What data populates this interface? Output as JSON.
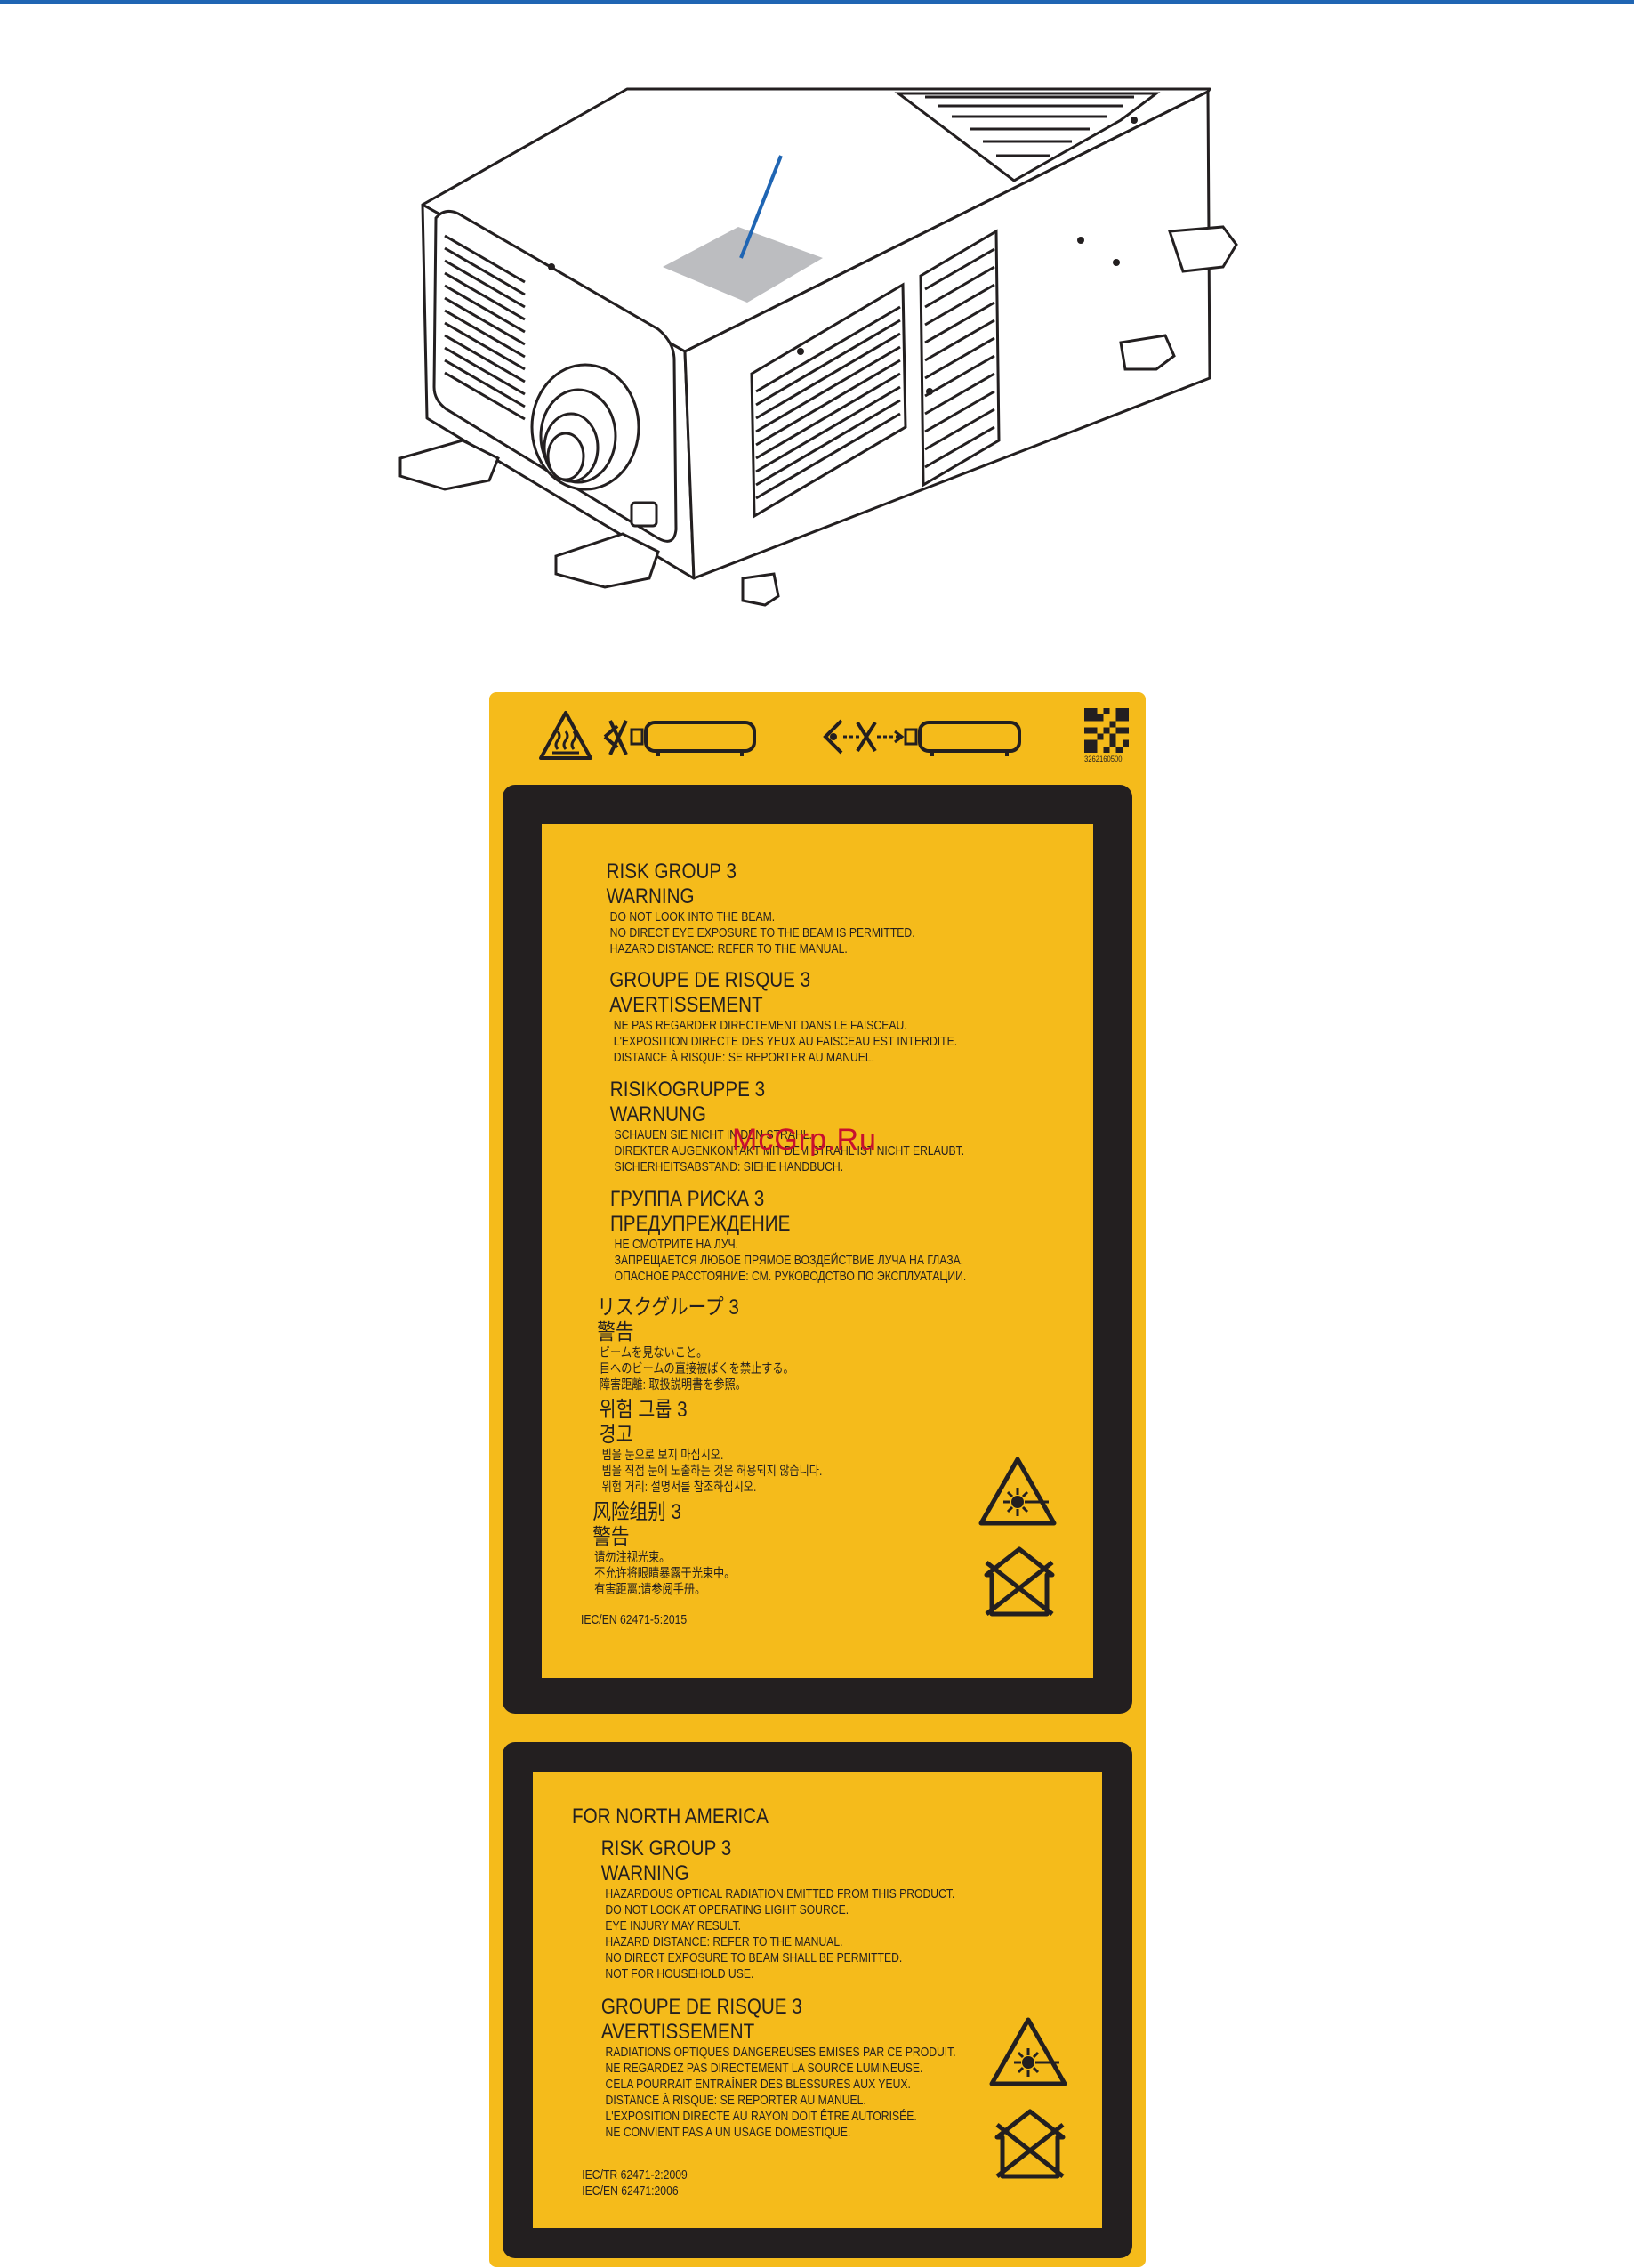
{
  "colors": {
    "rule": "#1f65b3",
    "label_yellow": "#f5bb1b",
    "label_black": "#231f20",
    "pointer": "#1f65b3"
  },
  "icons": [
    "hot-surface-icon",
    "no-stare-into-beam-icon",
    "no-eye-exposure-icon",
    "qr-code",
    "laser-radiation-icon",
    "not-for-household-use-icon"
  ],
  "qr_code_number": "3262160500",
  "watermark": "McGrp.Ru",
  "international_label": {
    "blocks": [
      {
        "title": "RISK GROUP 3",
        "subtitle": "WARNING",
        "lines": [
          "DO NOT LOOK INTO THE BEAM.",
          "NO DIRECT EYE EXPOSURE TO THE BEAM IS PERMITTED.",
          "HAZARD DISTANCE: REFER TO THE MANUAL."
        ]
      },
      {
        "title": "GROUPE DE RISQUE 3",
        "subtitle": "AVERTISSEMENT",
        "lines": [
          "NE PAS REGARDER DIRECTEMENT DANS LE FAISCEAU.",
          "L'EXPOSITION DIRECTE DES YEUX AU FAISCEAU EST INTERDITE.",
          "DISTANCE À RISQUE: SE REPORTER AU MANUEL."
        ]
      },
      {
        "title": "RISIKOGRUPPE 3",
        "subtitle": "WARNUNG",
        "lines": [
          "SCHAUEN SIE NICHT IN DEN STRAHL.",
          "DIREKTER AUGENKONTAKT MIT DEM STRAHL IST NICHT ERLAUBT.",
          "SICHERHEITSABSTAND: SIEHE HANDBUCH."
        ]
      },
      {
        "title": "ГРУППА РИСКА 3",
        "subtitle": "ПРЕДУПРЕЖДЕНИЕ",
        "lines": [
          "НЕ СМОТРИТЕ НА ЛУЧ.",
          "ЗАПРЕЩАЕТСЯ ЛЮБОЕ ПРЯМОЕ ВОЗДЕЙСТВИЕ ЛУЧА НА ГЛАЗА.",
          "ОПАСНОЕ РАССТОЯНИЕ: СМ. РУКОВОДСТВО ПО ЭКСПЛУАТАЦИИ."
        ]
      },
      {
        "title": "リスクグループ 3",
        "subtitle": "警告",
        "lines": [
          "ビームを見ないこと。",
          "目へのビームの直接被ばくを禁止する。",
          "障害距離: 取扱説明書を参照。"
        ]
      },
      {
        "title": "위험 그룹 3",
        "subtitle": "경고",
        "lines": [
          "빔을 눈으로 보지 마십시오.",
          "빔을 직접 눈에 노출하는 것은 허용되지 않습니다.",
          "위험 거리: 설명서를 참조하십시오."
        ]
      },
      {
        "title": "风险组别 3",
        "subtitle": "警告",
        "lines": [
          "请勿注视光束。",
          "不允许将眼睛暴露于光束中。",
          "有害距离:请参阅手册。"
        ]
      }
    ],
    "standard": "IEC/EN 62471-5:2015"
  },
  "north_america_label": {
    "heading": "FOR NORTH AMERICA",
    "blocks": [
      {
        "title": "RISK GROUP 3",
        "subtitle": "WARNING",
        "lines": [
          "HAZARDOUS OPTICAL RADIATION EMITTED FROM THIS PRODUCT.",
          "DO NOT LOOK AT OPERATING LIGHT SOURCE.",
          "EYE INJURY MAY RESULT.",
          "HAZARD DISTANCE: REFER TO THE MANUAL.",
          "NO DIRECT EXPOSURE TO BEAM SHALL BE PERMITTED.",
          "NOT FOR HOUSEHOLD USE."
        ]
      },
      {
        "title": "GROUPE DE RISQUE 3",
        "subtitle": "AVERTISSEMENT",
        "lines": [
          "RADIATIONS OPTIQUES DANGEREUSES EMISES PAR CE PRODUIT.",
          "NE REGARDEZ PAS DIRECTEMENT LA SOURCE LUMINEUSE.",
          "CELA POURRAIT ENTRAÎNER DES BLESSURES AUX YEUX.",
          "DISTANCE À RISQUE: SE REPORTER AU MANUEL.",
          "L'EXPOSITION DIRECTE AU RAYON DOIT ÊTRE AUTORISÉE.",
          "NE CONVIENT PAS A UN USAGE DOMESTIQUE."
        ]
      }
    ],
    "standards": [
      "IEC/TR 62471-2:2009",
      "IEC/EN 62471:2006"
    ]
  }
}
